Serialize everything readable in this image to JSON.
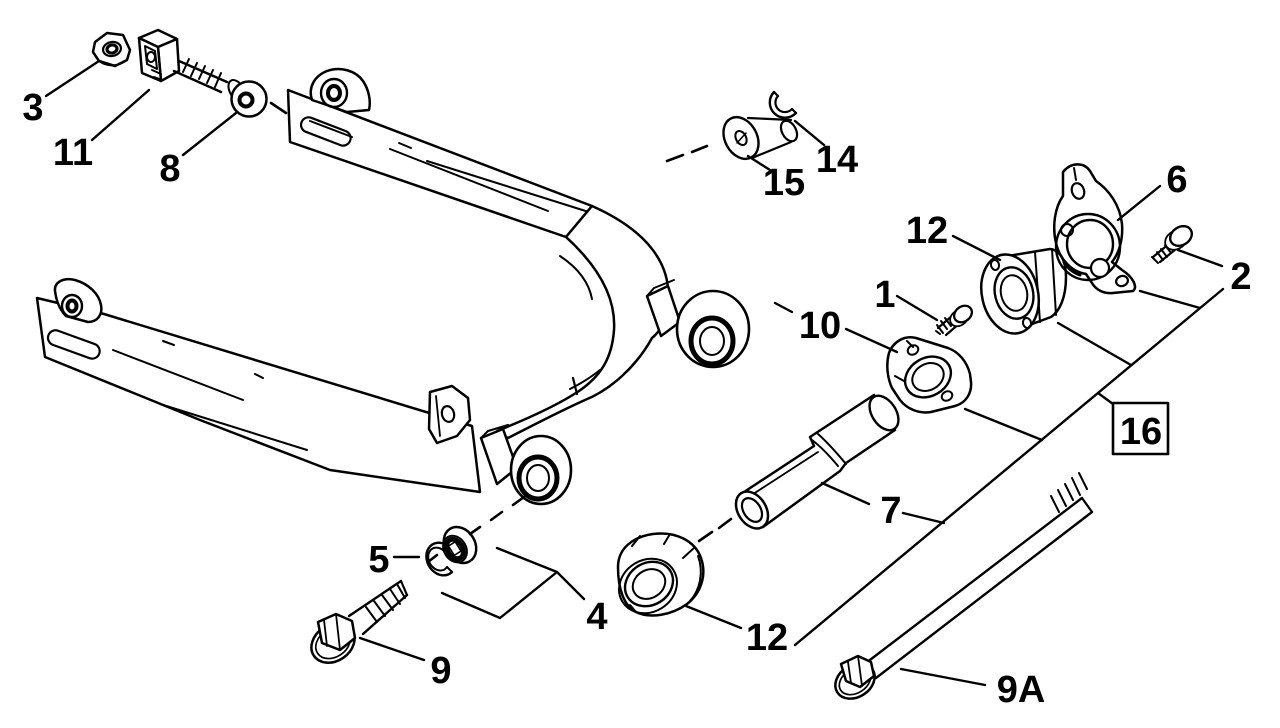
{
  "diagram": {
    "subject": "swingarm-exploded-parts-diagram",
    "background_color": "#ffffff",
    "line_color": "#000000",
    "callouts": [
      {
        "id": "3",
        "text": "3"
      },
      {
        "id": "11",
        "text": "11"
      },
      {
        "id": "8",
        "text": "8"
      },
      {
        "id": "15",
        "text": "15"
      },
      {
        "id": "14",
        "text": "14"
      },
      {
        "id": "12-upper",
        "text": "12"
      },
      {
        "id": "6",
        "text": "6"
      },
      {
        "id": "2",
        "text": "2"
      },
      {
        "id": "1",
        "text": "1"
      },
      {
        "id": "10",
        "text": "10"
      },
      {
        "id": "16",
        "text": "16",
        "boxed": true
      },
      {
        "id": "7",
        "text": "7"
      },
      {
        "id": "5",
        "text": "5"
      },
      {
        "id": "4",
        "text": "4"
      },
      {
        "id": "9",
        "text": "9"
      },
      {
        "id": "12-lower",
        "text": "12"
      },
      {
        "id": "9A",
        "text": "9A"
      }
    ]
  }
}
